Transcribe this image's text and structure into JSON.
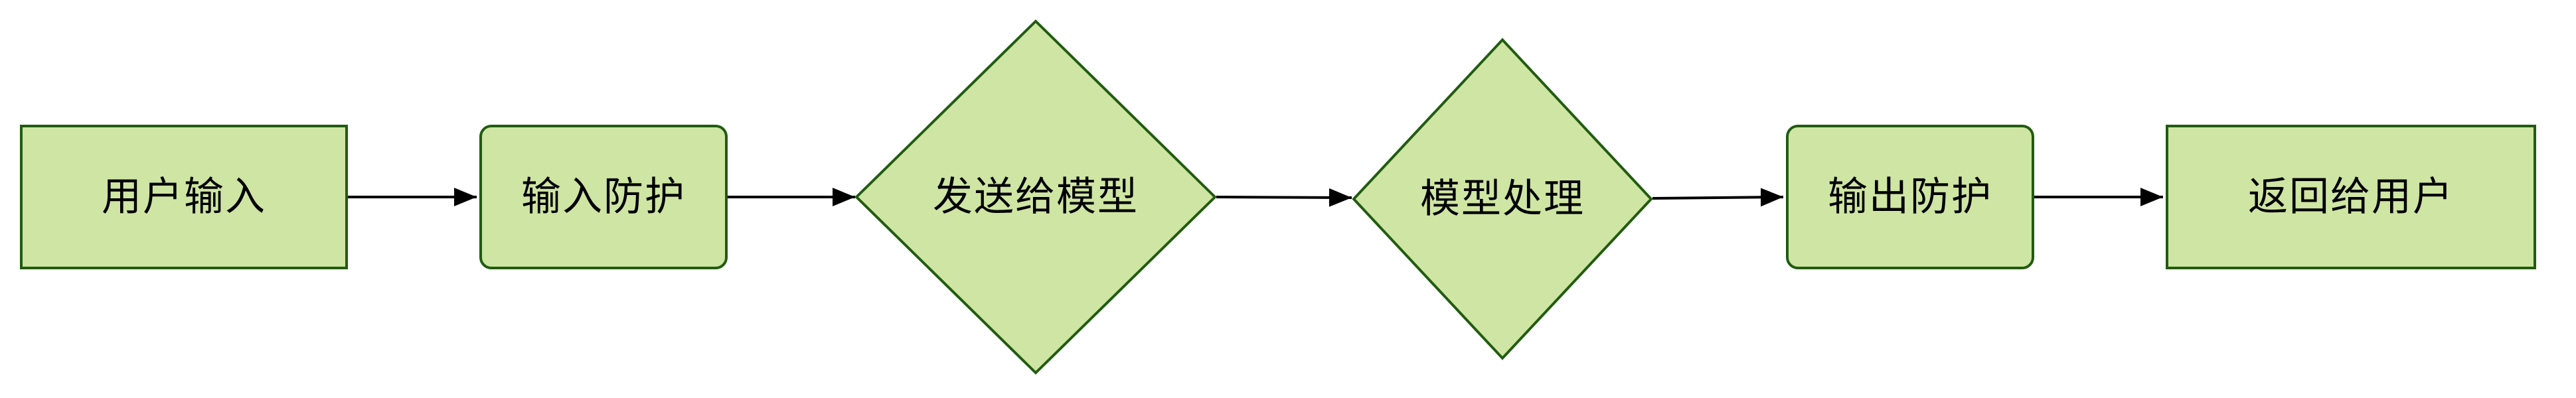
{
  "diagram": {
    "type": "flowchart",
    "direction": "left-to-right",
    "nodes": [
      {
        "id": "user-input",
        "shape": "rectangle",
        "label": "用户输入"
      },
      {
        "id": "input-guard",
        "shape": "rounded-rectangle",
        "label": "输入防护"
      },
      {
        "id": "send-to-model",
        "shape": "diamond",
        "label": "发送给模型"
      },
      {
        "id": "model-process",
        "shape": "diamond",
        "label": "模型处理"
      },
      {
        "id": "output-guard",
        "shape": "rounded-rectangle",
        "label": "输出防护"
      },
      {
        "id": "return-to-user",
        "shape": "rectangle",
        "label": "返回给用户"
      }
    ],
    "edges": [
      {
        "from": "user-input",
        "to": "input-guard"
      },
      {
        "from": "input-guard",
        "to": "send-to-model"
      },
      {
        "from": "send-to-model",
        "to": "model-process"
      },
      {
        "from": "model-process",
        "to": "output-guard"
      },
      {
        "from": "output-guard",
        "to": "return-to-user"
      }
    ],
    "colors": {
      "node_fill": "#cfe5a4",
      "node_border": "#215c10",
      "arrow": "#000000",
      "text": "#000000",
      "background": "#ffffff"
    }
  }
}
